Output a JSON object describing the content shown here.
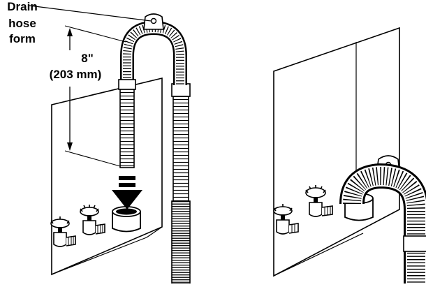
{
  "callout": {
    "line1": "Drain",
    "line2": "hose",
    "line3": "form"
  },
  "dimension": {
    "imperial": "8\"",
    "metric": "(203 mm)"
  },
  "colors": {
    "ink": "#000000",
    "paper": "#ffffff",
    "wall_shadow": "#e8e8e8"
  }
}
